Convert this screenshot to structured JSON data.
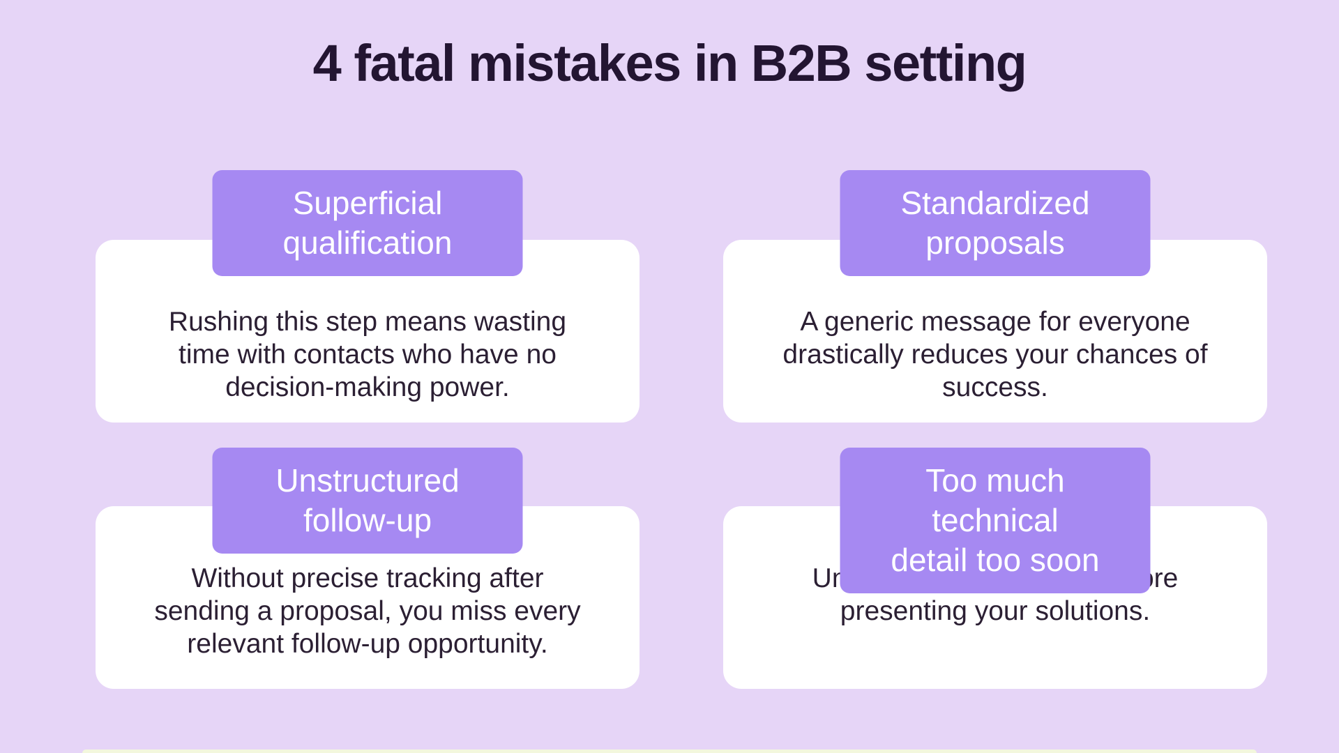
{
  "page": {
    "title": "4 fatal mistakes in B2B setting"
  },
  "colors": {
    "background": "#E6D5F7",
    "badge": "#A689F2",
    "badge_text": "#FFFFFF",
    "card": "#FFFFFF",
    "title_text": "#231532",
    "body_text": "#2B1F33",
    "bottom_strip": "#F3F7DD"
  },
  "cards": [
    {
      "label_lines": [
        "Superficial",
        "qualification"
      ],
      "body_lines": [
        "Rushing this step means wasting",
        "time with contacts who have no",
        "decision-making power."
      ]
    },
    {
      "label_lines": [
        "Standardized",
        "proposals"
      ],
      "body_lines": [
        "A generic message for everyone",
        "drastically reduces your chances of",
        "success."
      ]
    },
    {
      "label_lines": [
        "Unstructured",
        "follow-up"
      ],
      "body_lines": [
        "Without precise tracking after",
        "sending a proposal, you miss every",
        "relevant follow-up opportunity."
      ]
    },
    {
      "label_lines": [
        "Too much technical",
        "detail too soon"
      ],
      "body_lines": [
        "Understand needs first, before",
        "presenting your solutions."
      ]
    }
  ]
}
